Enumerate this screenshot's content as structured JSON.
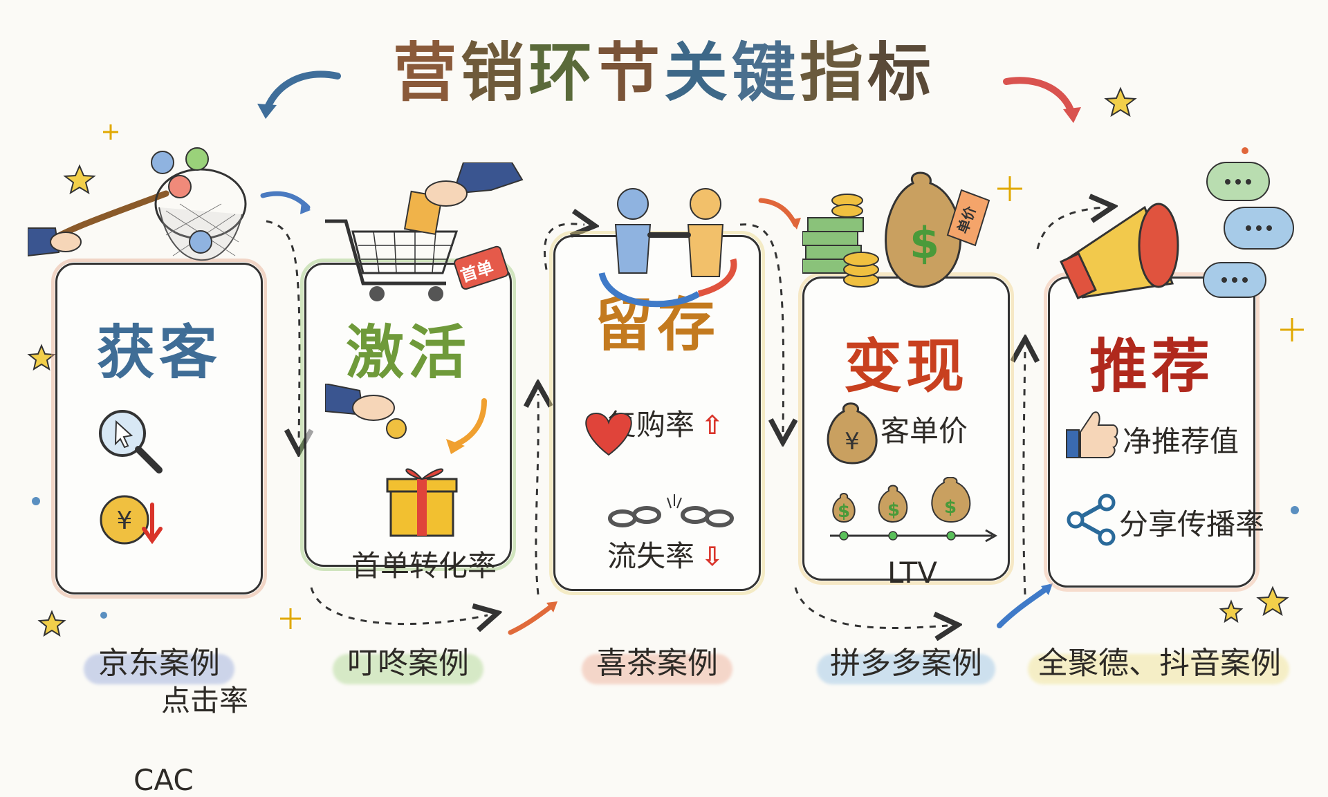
{
  "title": "营销环节关键指标",
  "stages": [
    {
      "name": "获客",
      "color": "#3f6d96",
      "accent": "#e4a98c",
      "metrics": [
        {
          "label": "点击率",
          "icon": "magnifier-cursor-icon"
        },
        {
          "label": "CAC",
          "icon": "yen-coin-down-icon",
          "trend": "down"
        }
      ],
      "case": "京东案例",
      "case_color": "#a7b6e0"
    },
    {
      "name": "激活",
      "color": "#6f9a3a",
      "accent": "#9cc97a",
      "tag": "首单",
      "metrics": [
        {
          "label": "首单转化率",
          "icon": "gift-box-icon"
        }
      ],
      "case": "叮咚案例",
      "case_color": "#b9dca0"
    },
    {
      "name": "留存",
      "color": "#c37a1f",
      "accent": "#ecd98a",
      "metrics": [
        {
          "label": "复购率",
          "icon": "heart-icon",
          "trend": "up"
        },
        {
          "label": "流失率",
          "icon": "broken-chain-icon",
          "trend": "down"
        }
      ],
      "case": "喜茶案例",
      "case_color": "#f0b9a6"
    },
    {
      "name": "变现",
      "color": "#c8401f",
      "accent": "#f0d38a",
      "tag": "单价",
      "metrics": [
        {
          "label": "客单价",
          "icon": "yen-money-bag-icon"
        },
        {
          "label": "LTV",
          "icon": "growing-money-bags-icon"
        }
      ],
      "case": "拼多多案例",
      "case_color": "#a9cce8"
    },
    {
      "name": "推荐",
      "color": "#b0291d",
      "accent": "#f0b79c",
      "metrics": [
        {
          "label": "净推荐值",
          "icon": "thumbs-up-icon"
        },
        {
          "label": "分享传播率",
          "icon": "share-icon"
        }
      ],
      "case": "全聚德、抖音案例",
      "case_color": "#f1e6a0"
    }
  ]
}
